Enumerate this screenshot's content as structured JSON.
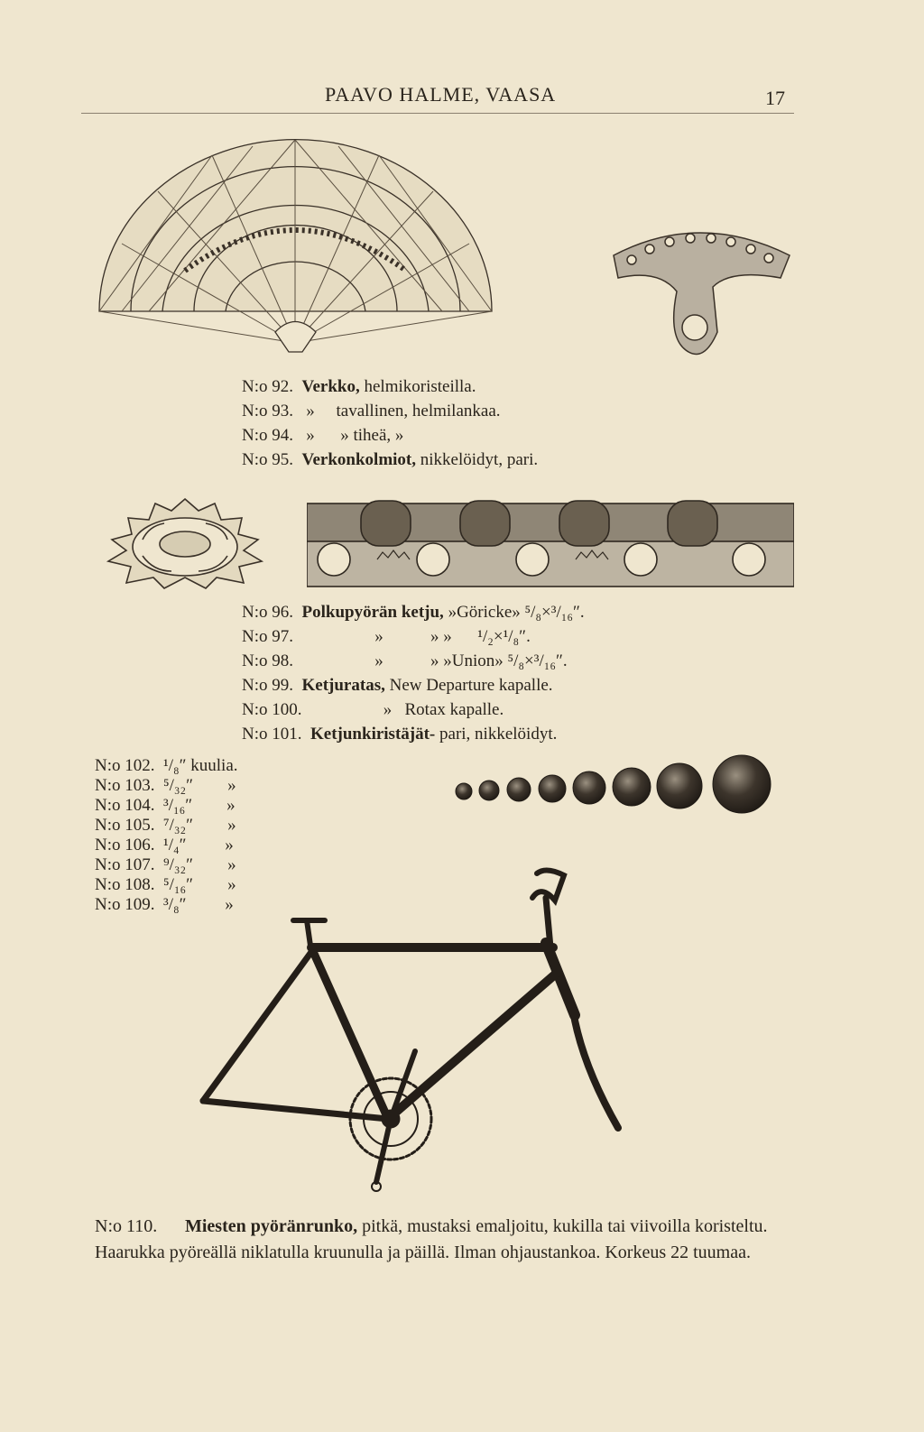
{
  "header": {
    "title": "PAAVO HALME, VAASA",
    "page": "17"
  },
  "net_items": [
    {
      "no": "N:o 92.",
      "name": "Verkko,",
      "desc": "helmikoristeilla."
    },
    {
      "no": "N:o 93.",
      "name": "»",
      "desc": "tavallinen, helmilankaa."
    },
    {
      "no": "N:o 94.",
      "name": "»",
      "desc": "» tiheä, »"
    },
    {
      "no": "N:o 95.",
      "name": "Verkonkolmiot,",
      "desc": "nikkelöidyt, pari."
    }
  ],
  "chain_items": [
    {
      "no": "N:o 96.",
      "name": "Polkupyörän ketju,",
      "desc": "»Göricke»",
      "size": "⁵/₈×³/₁₆″."
    },
    {
      "no": "N:o 97.",
      "name": "»",
      "desc": "» »",
      "size": "¹/₂×¹/₈″."
    },
    {
      "no": "N:o 98.",
      "name": "»",
      "desc": "» »Union»",
      "size": "⁵/₈×³/₁₆″."
    },
    {
      "no": "N:o 99.",
      "name": "Ketjuratas,",
      "desc": "New Departure kapalle.",
      "size": ""
    },
    {
      "no": "N:o 100.",
      "name": "»",
      "desc": "Rotax kapalle.",
      "size": ""
    },
    {
      "no": "N:o 101.",
      "name": "Ketjunkiristäjät-",
      "desc": "pari, nikkelöidyt.",
      "size": ""
    }
  ],
  "ball_items": [
    {
      "no": "N:o 102.",
      "size": "¹/₈″",
      "desc": "kuulia."
    },
    {
      "no": "N:o 103.",
      "size": "⁵/₃₂″",
      "desc": "»"
    },
    {
      "no": "N:o 104.",
      "size": "³/₁₆″",
      "desc": "»"
    },
    {
      "no": "N:o 105.",
      "size": "⁷/₃₂″",
      "desc": "»"
    },
    {
      "no": "N:o 106.",
      "size": "¹/₄″",
      "desc": "»"
    },
    {
      "no": "N:o 107.",
      "size": "⁹/₃₂″",
      "desc": "»"
    },
    {
      "no": "N:o 108.",
      "size": "⁵/₁₆″",
      "desc": "»"
    },
    {
      "no": "N:o 109.",
      "size": "³/₈″",
      "desc": "»"
    }
  ],
  "frame_item": {
    "no": "N:o 110.",
    "name": "Miesten pyöränrunko,",
    "desc": "pitkä, mustaksi emaljoitu, kukilla tai viivoilla koristeltu. Haarukka pyöreällä niklatulla kruunulla ja päillä. Ilman ohjaustankoa. Korkeus 22 tuumaa."
  }
}
